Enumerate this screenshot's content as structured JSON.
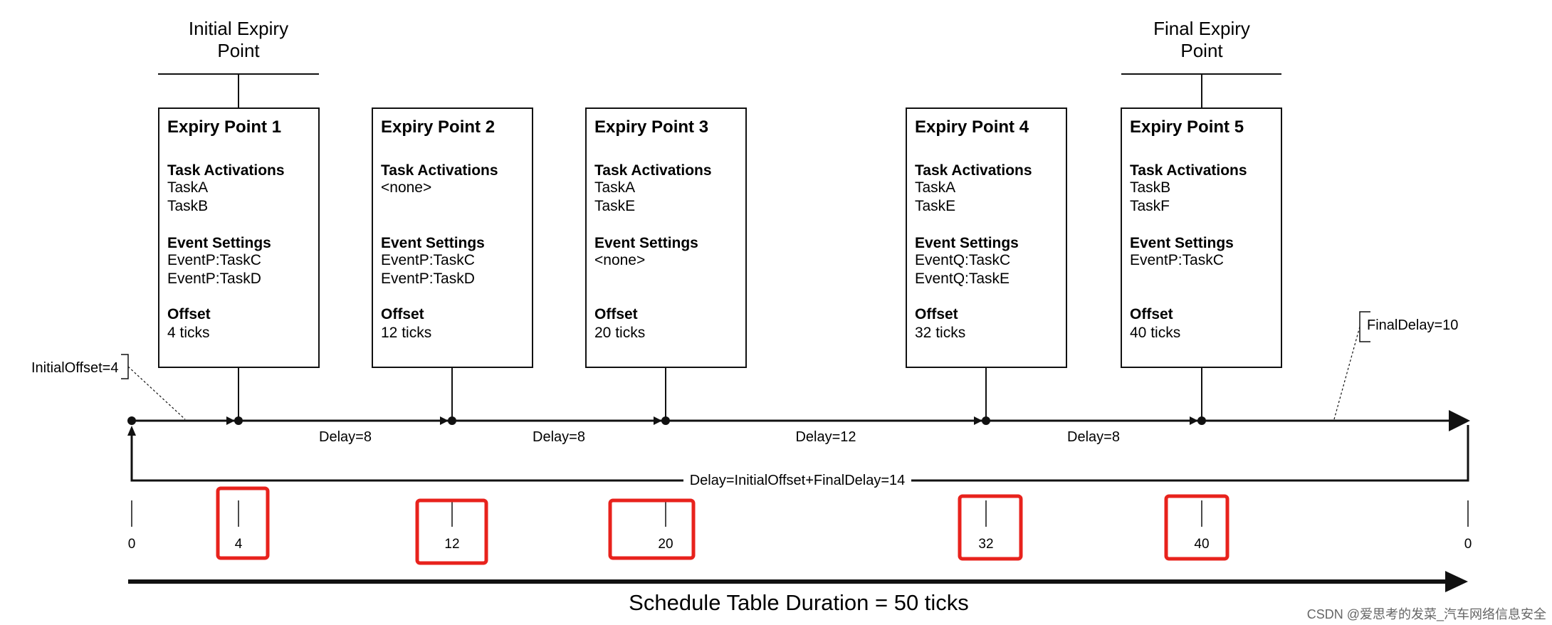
{
  "headers": {
    "initial": [
      "Initial Expiry",
      "Point"
    ],
    "final": [
      "Final Expiry",
      "Point"
    ]
  },
  "section_titles": {
    "tasks": "Task Activations",
    "events": "Event Settings",
    "offset": "Offset"
  },
  "expiry_points": [
    {
      "title": "Expiry Point 1",
      "tasks": [
        "TaskA",
        "TaskB"
      ],
      "events": [
        "EventP:TaskC",
        "EventP:TaskD"
      ],
      "offset": "4 ticks",
      "tick": "4"
    },
    {
      "title": "Expiry Point 2",
      "tasks": [
        "<none>"
      ],
      "events": [
        "EventP:TaskC",
        "EventP:TaskD"
      ],
      "offset": "12 ticks",
      "tick": "12"
    },
    {
      "title": "Expiry Point 3",
      "tasks": [
        "TaskA",
        "TaskE"
      ],
      "events": [
        "<none>"
      ],
      "offset": "20 ticks",
      "tick": "20"
    },
    {
      "title": "Expiry Point 4",
      "tasks": [
        "TaskA",
        "TaskE"
      ],
      "events": [
        "EventQ:TaskC",
        "EventQ:TaskE"
      ],
      "offset": "32 ticks",
      "tick": "32"
    },
    {
      "title": "Expiry Point 5",
      "tasks": [
        "TaskB",
        "TaskF"
      ],
      "events": [
        "EventP:TaskC"
      ],
      "offset": "40 ticks",
      "tick": "40"
    }
  ],
  "delays": [
    "Delay=8",
    "Delay=8",
    "Delay=12",
    "Delay=8"
  ],
  "initial_offset_label": "InitialOffset=4",
  "final_delay_label": "FinalDelay=10",
  "loop_label": "Delay=InitialOffset+FinalDelay=14",
  "tick_start": "0",
  "tick_end": "0",
  "duration_label": "Schedule Table Duration = 50 ticks",
  "watermark": "CSDN @爱思考的发菜_汽车网络信息安全",
  "colors": {
    "line": "#111111",
    "highlight": "#e8221c"
  }
}
